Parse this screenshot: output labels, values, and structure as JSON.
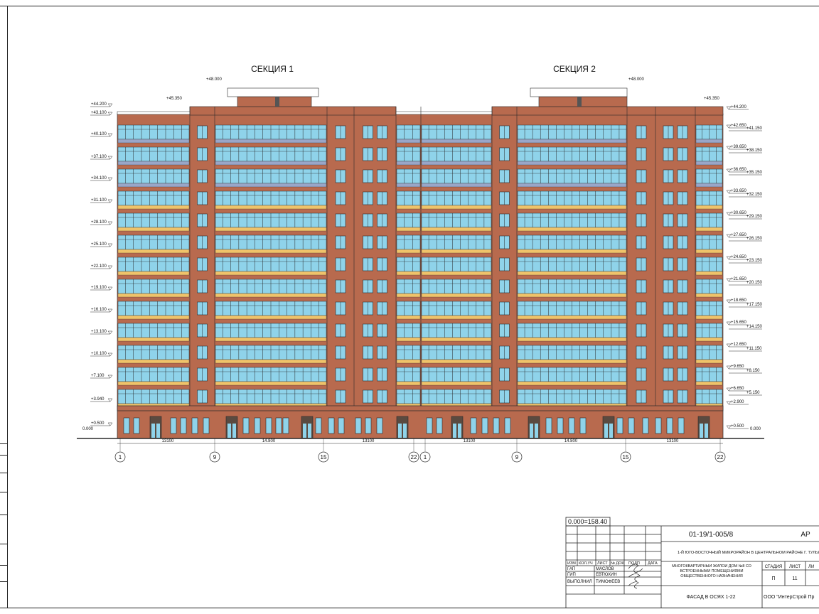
{
  "sections": [
    "СЕКЦИЯ 1",
    "СЕКЦИЯ 2"
  ],
  "levels_left": [
    "+44.200",
    "+43.100",
    "+40.100",
    "+37.100",
    "+34.100",
    "+31.100",
    "+28.100",
    "+25.100",
    "+22.100",
    "+19.100",
    "+16.100",
    "+13.100",
    "+10.100",
    "+7.100",
    "+3.940",
    "+0.500"
  ],
  "levels_right_a": [
    "+44.200",
    "+42.650",
    "+39.650",
    "+36.650",
    "+33.650",
    "+30.650",
    "+27.650",
    "+24.650",
    "+21.650",
    "+18.650",
    "+15.650",
    "+12.650",
    "+9.650",
    "+6.650",
    "+2.900",
    "+0.500"
  ],
  "levels_right_b": [
    "+41.150",
    "+38.150",
    "+35.150",
    "+32.150",
    "+29.150",
    "+26.150",
    "+23.150",
    "+20.150",
    "+17.150",
    "+14.150",
    "+11.150",
    "+8.150",
    "+5.150"
  ],
  "level_roof": "+48.000",
  "level_parapet": "+45.350",
  "level_ground": "0.000",
  "dimensions": [
    "13100",
    "14.800",
    "13100",
    "13100",
    "14.800",
    "13100"
  ],
  "axes": [
    "1",
    "9",
    "15",
    "22",
    "1",
    "9",
    "15",
    "22"
  ],
  "title_block": {
    "datum": "0.000=158.40",
    "code": "01-19/1-005/8",
    "discipline": "АР",
    "project": "1-Й ЮГО-ВОСТОЧНЫЙ МИКРОРАЙОН В ЦЕНТРАЛЬНОМ РАЙОНЕ Г. ТУЛЫ",
    "building": "МНОГОКВАРТИРНЫЙ ЖИЛОЙ ДОМ №8 СО ВСТРОЕННЫМИ ПОМЕЩЕНИЯМИ ОБЩЕСТВЕННОГО НАЗНАЧЕНИЯ",
    "drawing": "ФАСАД В ОСЯХ 1-22",
    "company": "ООО \"ИнтерСтрой Пр",
    "stage_h": "СТАДИЯ",
    "sheet_h": "ЛИСТ",
    "sheets_h": "ЛИ",
    "stage": "П",
    "sheet": "11",
    "cols": [
      "ИЗМ",
      "КОЛ.УЧ",
      "ЛИСТ",
      "№ ДОК",
      "ПОДП",
      "ДАТА"
    ],
    "roles": [
      {
        "role": "ГАП",
        "name": "МАСЛОВ"
      },
      {
        "role": "ГИП",
        "name": "ЕВТЮХИН"
      },
      {
        "role": "ВЫПОЛНИЛ",
        "name": "ТИМОФЕЕВ"
      }
    ]
  }
}
